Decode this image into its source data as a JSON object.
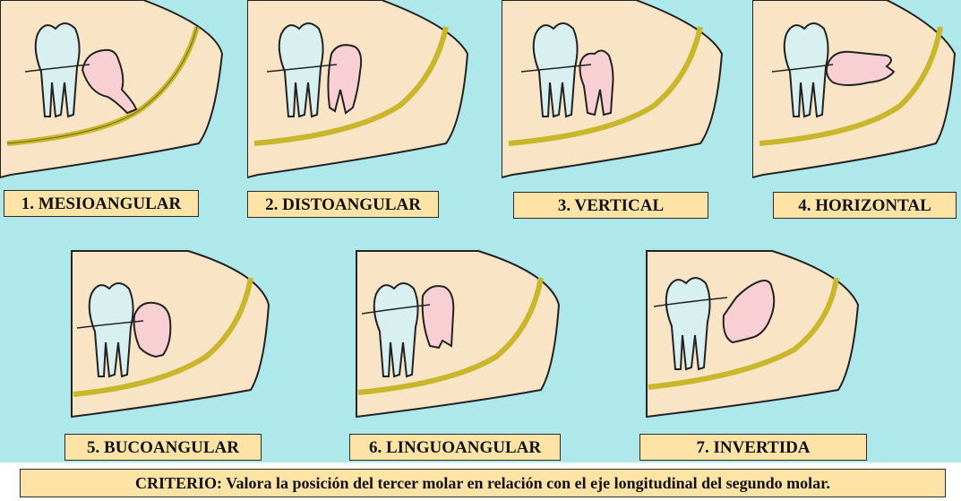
{
  "labels": [
    "1. MESIOANGULAR",
    "2. DISTOANGULAR",
    "3.  VERTICAL",
    "4. HORIZONTAL",
    "5. BUCOANGULAR",
    "6. LINGUOANGULAR",
    "7. INVERTIDA"
  ],
  "criteria": "CRITERIO: Valora la posición del tercer molar  en relación con el eje longitudinal del segundo molar.",
  "colors": {
    "background": "#aee8ea",
    "bone": "#f9e4c6",
    "second_molar": "#d8f0f0",
    "third_molar": "#f8cfd2",
    "nerve_canal": "#c9b62a",
    "label_fill": "#fde3a5"
  }
}
